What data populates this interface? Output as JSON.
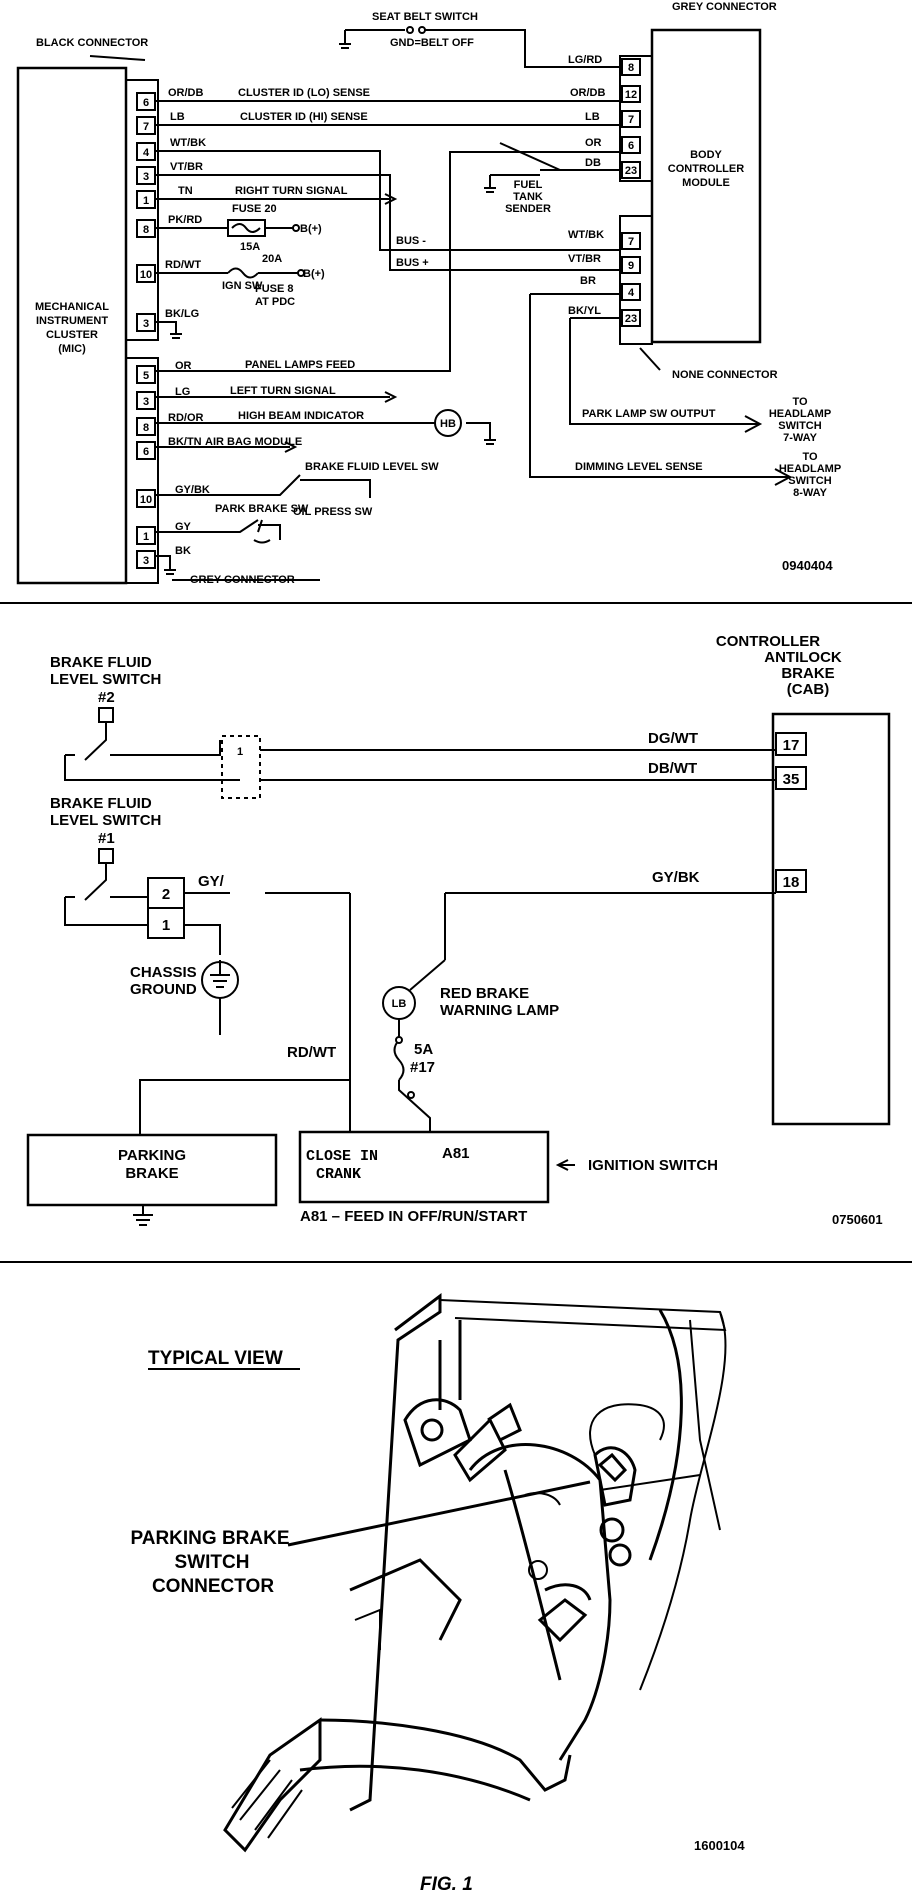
{
  "d1": {
    "code": "0940404",
    "seat_belt_switch": "SEAT BELT SWITCH",
    "gnd_belt_off": "GND=BELT OFF",
    "black_connector": "BLACK CONNECTOR",
    "grey_connector_top": "GREY CONNECTOR",
    "grey_connector_bottom": "GREY CONNECTOR",
    "none_connector": "NONE CONNECTOR",
    "mic_label": [
      "MECHANICAL",
      "INSTRUMENT",
      "CLUSTER",
      "(MIC)"
    ],
    "bcm_label": [
      "BODY",
      "CONTROLLER",
      "MODULE"
    ],
    "fuel_tank_sender": [
      "FUEL",
      "TANK",
      "SENDER"
    ],
    "mic_pins": [
      "6",
      "7",
      "4",
      "3",
      "1",
      "8",
      "10",
      "3",
      "5",
      "3",
      "8",
      "6",
      "10",
      "1",
      "3"
    ],
    "bcm_pins": [
      "8",
      "12",
      "7",
      "6",
      "23",
      "7",
      "9",
      "4",
      "23"
    ],
    "wire_codes": [
      "OR/DB",
      "LB",
      "WT/BK",
      "VT/BR",
      "TN",
      "PK/RD",
      "RD/WT",
      "BK/LG",
      "OR",
      "LG",
      "RD/OR",
      "BK/TN",
      "GY/BK",
      "GY",
      "BK"
    ],
    "circuits": [
      "CLUSTER ID (LO) SENSE",
      "CLUSTER ID (HI) SENSE",
      "RIGHT TURN SIGNAL",
      "FUSE 20",
      "15A",
      "B(+)",
      "20A",
      "IGN SW",
      "FUSE 8",
      "AT PDC",
      "B(+)",
      "PANEL LAMPS FEED",
      "LEFT TURN SIGNAL",
      "HIGH BEAM INDICATOR",
      "AIR BAG MODULE",
      "BRAKE FLUID LEVEL SW",
      "PARK BRAKE SW",
      "OIL PRESS SW"
    ],
    "bcm_wires": [
      "LG/RD",
      "OR/DB",
      "LB",
      "OR",
      "DB",
      "WT/BK",
      "VT/BR",
      "BR",
      "BK/YL"
    ],
    "bus_minus": "BUS -",
    "bus_plus": "BUS +",
    "lamp_label": "HB",
    "park_lamp": "PARK LAMP SW OUTPUT",
    "dimming": "DIMMING LEVEL SENSE",
    "headlamp_7way": [
      "TO",
      "HEADLAMP",
      "SWITCH",
      "7-WAY"
    ],
    "headlamp_8way": [
      "TO",
      "HEADLAMP",
      "SWITCH",
      "8-WAY"
    ]
  },
  "d2": {
    "code": "0750601",
    "cab_label": [
      "CONTROLLER",
      "ANTILOCK",
      "BRAKE",
      "(CAB)"
    ],
    "cab_pins": [
      "17",
      "35",
      "18"
    ],
    "switch2": [
      "BRAKE FLUID",
      "LEVEL SWITCH",
      "#2"
    ],
    "switch1": [
      "BRAKE FLUID",
      "LEVEL SWITCH",
      "#1"
    ],
    "w_dgwt": "DG/WT",
    "w_dbwt": "DB/WT",
    "w_gybk": "GY/BK",
    "w_gy": "GY/",
    "w_rdwt": "RD/WT",
    "conn_pins": [
      "2",
      "1"
    ],
    "inline_conn": "1",
    "chassis": [
      "CHASSIS",
      "GROUND"
    ],
    "lamp": [
      "RED BRAKE",
      "WARNING LAMP"
    ],
    "lamp_sym": "LB",
    "fuse": [
      "5A",
      "#17"
    ],
    "parking_brake": [
      "PARKING",
      "BRAKE"
    ],
    "close_in": "CLOSE IN",
    "crank": "CRANK",
    "a81": "A81",
    "ignition": "IGNITION SWITCH",
    "a81_feed": "A81  –  FEED IN OFF/RUN/START"
  },
  "d3": {
    "typical_view": "TYPICAL VIEW",
    "connector_label": [
      "PARKING BRAKE",
      "SWITCH",
      "CONNECTOR"
    ],
    "code": "1600104",
    "fig": "FIG. 1"
  }
}
